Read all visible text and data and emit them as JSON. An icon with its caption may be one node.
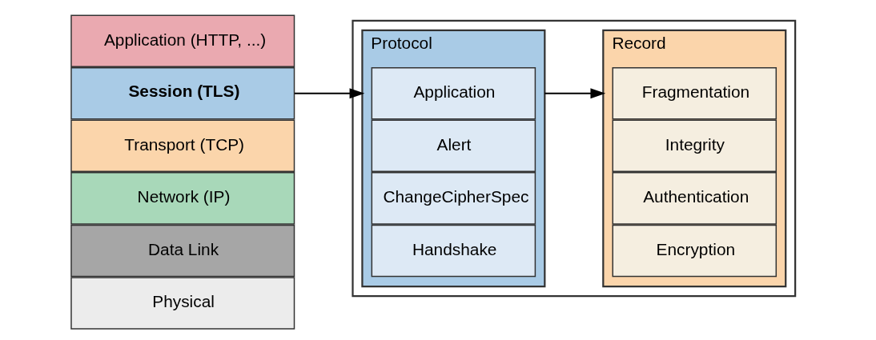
{
  "diagram": {
    "nodes": [
      {
        "text": [
          "Application (HTTP, ...)"
        ]
      },
      {
        "text": [
          "Session (TLS)"
        ]
      },
      {
        "text": [
          "Transport (TCP)"
        ]
      },
      {
        "text": [
          "Network (IP)"
        ]
      },
      {
        "text": [
          "Data Link"
        ]
      },
      {
        "text": [
          "Physical"
        ]
      },
      {
        "text": [],
        "shape": "box"
      },
      {
        "text": [
          "Protocol"
        ],
        "in": 6
      },
      {
        "text": [
          "Application"
        ],
        "in": 7
      },
      {
        "text": [
          "Alert"
        ],
        "in": 7
      },
      {
        "text": [
          "ChangeCipherSpec"
        ],
        "in": 7
      },
      {
        "text": [
          "Handshake"
        ],
        "in": 7
      },
      {
        "text": [
          "Record"
        ],
        "in": 6
      },
      {
        "text": [
          "Fragmentation"
        ],
        "in": 12
      },
      {
        "text": [
          "Integrity"
        ],
        "in": 12
      },
      {
        "text": [
          "Authentication"
        ],
        "in": 12
      },
      {
        "text": [
          "Encryption"
        ],
        "in": 12
      }
    ],
    "edges": [
      {
        "from": 1,
        "to": 7,
        "arrow": "to"
      },
      {
        "from": 7,
        "to": 12,
        "arrow": "to"
      }
    ]
  }
}
